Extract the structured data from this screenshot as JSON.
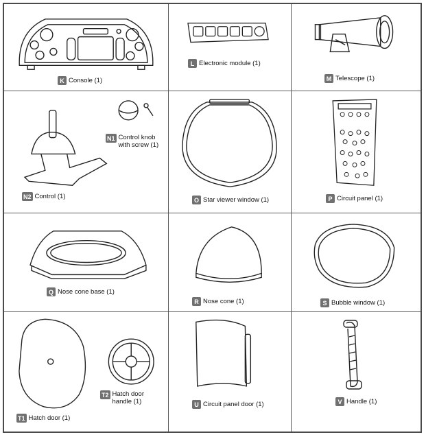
{
  "parts": [
    {
      "id": "K",
      "letter": "K",
      "name": "Console (1)"
    },
    {
      "id": "L",
      "letter": "L",
      "name": "Electronic module (1)"
    },
    {
      "id": "M",
      "letter": "M",
      "name": "Telescope (1)"
    },
    {
      "id": "N1",
      "letter": "N1",
      "name_line1": "Control knob",
      "name_line2": "with screw (1)"
    },
    {
      "id": "N2",
      "letter": "N2",
      "name": "Control (1)"
    },
    {
      "id": "O",
      "letter": "O",
      "name": "Star viewer window (1)"
    },
    {
      "id": "P",
      "letter": "P",
      "name": "Circuit panel (1)"
    },
    {
      "id": "Q",
      "letter": "Q",
      "name": "Nose cone base (1)"
    },
    {
      "id": "R",
      "letter": "R",
      "name": "Nose cone (1)"
    },
    {
      "id": "S",
      "letter": "S",
      "name": "Bubble window (1)"
    },
    {
      "id": "T1",
      "letter": "T1",
      "name": "Hatch door (1)"
    },
    {
      "id": "T2",
      "letter": "T2",
      "name_line1": "Hatch door",
      "name_line2": "handle (1)"
    },
    {
      "id": "U",
      "letter": "U",
      "name": "Circuit panel door (1)"
    },
    {
      "id": "V",
      "letter": "V",
      "name": "Handle (1)"
    }
  ]
}
